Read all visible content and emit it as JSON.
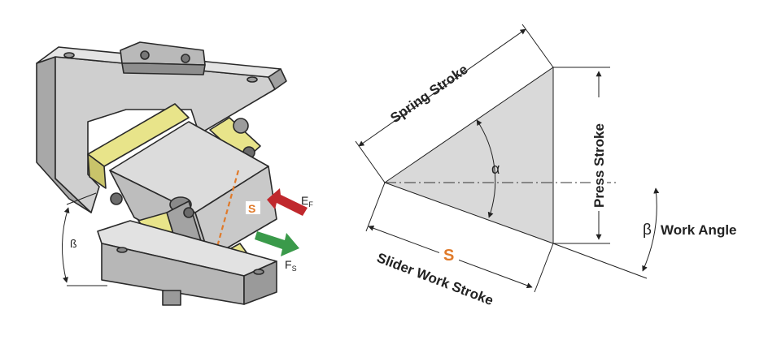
{
  "colors": {
    "steel_light": "#d2d2d2",
    "steel_mid": "#b4b4b4",
    "steel_dark": "#8c8c8c",
    "outline": "#2a2a2a",
    "wear_plate_yellow": "#e8e48a",
    "stroke_orange": "#e07a2a",
    "force_arrow_red": "#c0282d",
    "force_arrow_green": "#3a9a4a",
    "triangle_fill": "#d9d9d9",
    "dimension_line": "#222222"
  },
  "icons": {
    "cam_unit": "cam-unit-illustration",
    "force_ef": "arrow-left-icon",
    "force_fs": "arrow-right-icon"
  },
  "left_figure": {
    "beta_label": "ß",
    "stroke_label": "S",
    "force_ef": {
      "main": "E",
      "sub": "F"
    },
    "force_fs": {
      "main": "F",
      "sub": "S"
    }
  },
  "right_figure": {
    "spring_stroke": "Spring Stroke",
    "press_stroke": "Press Stroke",
    "alpha": "α",
    "stroke_symbol": "S",
    "slider_work_stroke": "Slider Work Stroke",
    "work_angle_symbol": "β",
    "work_angle_label": "Work Angle"
  }
}
